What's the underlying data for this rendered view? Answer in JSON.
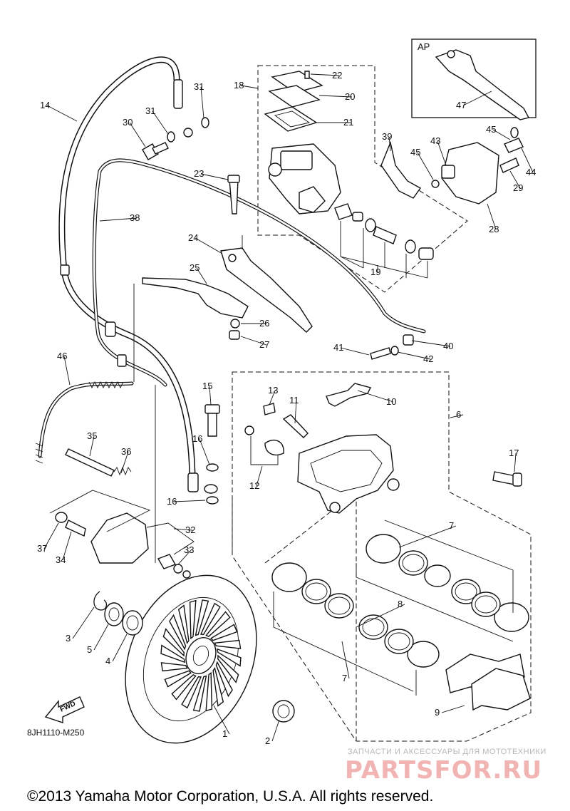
{
  "callouts": [
    "1",
    "2",
    "3",
    "4",
    "5",
    "6",
    "7",
    "7",
    "8",
    "9",
    "10",
    "11",
    "12",
    "13",
    "14",
    "15",
    "16",
    "16",
    "17",
    "18",
    "19",
    "20",
    "21",
    "22",
    "23",
    "24",
    "25",
    "26",
    "27",
    "28",
    "29",
    "30",
    "31",
    "31",
    "32",
    "33",
    "34",
    "35",
    "36",
    "37",
    "38",
    "39",
    "40",
    "41",
    "42",
    "43",
    "44",
    "45",
    "45",
    "46",
    "47"
  ],
  "inset_label": "AP",
  "direction_label": "FWD",
  "diagram_code": "8JH1110-M250",
  "copyright": "©2013 Yamaha Motor Corporation, U.S.A. All rights reserved.",
  "watermark": {
    "tagline": "ЗАПЧАСТИ И АКСЕССУАРЫ ДЛЯ МОТОТЕХНИКИ",
    "brand": "PARTSFOR.RU"
  }
}
